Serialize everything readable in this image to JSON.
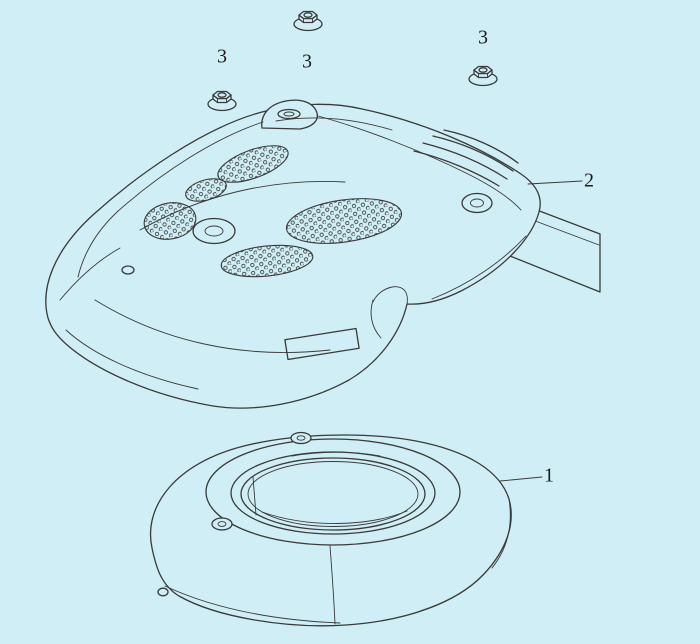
{
  "canvas": {
    "background": "#cfeef5",
    "line_color": "#3a3a3a",
    "label_color": "#1d1d1d"
  },
  "diagram": {
    "kind": "exploded-parts-diagram",
    "parts": [
      {
        "number": "1",
        "name": "fan-cover"
      },
      {
        "number": "2",
        "name": "engine-shroud"
      },
      {
        "number": "3",
        "name": "flange-nut"
      }
    ]
  },
  "callouts": [
    {
      "label": "3",
      "part": "flange-nut"
    },
    {
      "label": "3",
      "part": "flange-nut"
    },
    {
      "label": "3",
      "part": "flange-nut"
    },
    {
      "label": "2",
      "part": "engine-shroud"
    },
    {
      "label": "1",
      "part": "fan-cover"
    }
  ]
}
